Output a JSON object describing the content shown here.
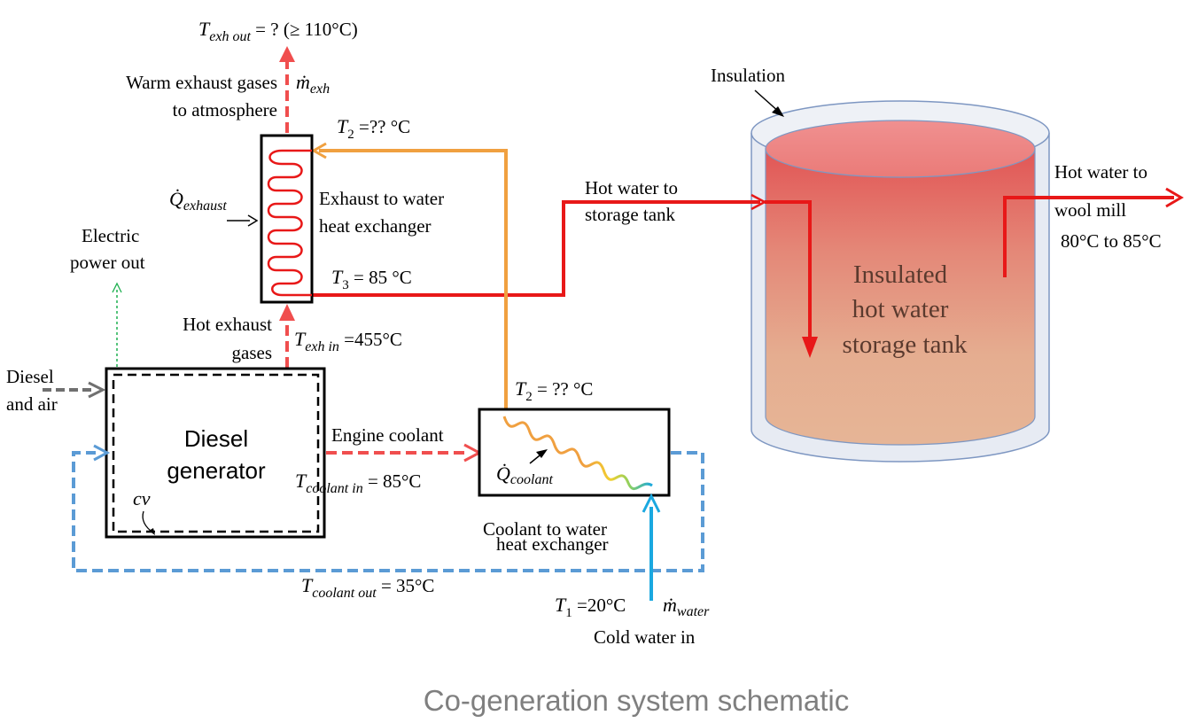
{
  "caption": "Co-generation system schematic",
  "components": {
    "generator_line1": "Diesel",
    "generator_line2": "generator",
    "cv_label": "cv",
    "exhaust_hx_line1": "Exhaust  to water",
    "exhaust_hx_line2": "heat exchanger",
    "coolant_hx_line1": "Coolant to water",
    "coolant_hx_line2": "heat exchanger",
    "tank_line1": "Insulated",
    "tank_line2": "hot water",
    "tank_line3": "storage tank",
    "insulation_label": "Insulation"
  },
  "streams": {
    "diesel_air_line1": "Diesel",
    "diesel_air_line2": "and air",
    "electric_line1": "Electric",
    "electric_line2": "power out",
    "hot_exhaust_line1": "Hot exhaust",
    "hot_exhaust_line2": "gases",
    "warm_exhaust_line1": "Warm exhaust  gases",
    "warm_exhaust_line2": "to atmosphere",
    "engine_coolant": "Engine  coolant",
    "hot_water_to_tank_line1": "Hot water to",
    "hot_water_to_tank_line2": "storage tank",
    "hot_water_to_mill_line1": "Hot water to",
    "hot_water_to_mill_line2": "wool mill",
    "mill_temp_range": "80°C to 85°C",
    "cold_water_in": "Cold water in"
  },
  "labels": {
    "t_exh_out": {
      "sym": "T",
      "sub": "exh out",
      "value": " = ?    (≥ 110°C)"
    },
    "m_exh": {
      "sym": "ṁ",
      "sub": "exh"
    },
    "q_exhaust": {
      "sym": "Q̇",
      "sub": "exhaust"
    },
    "t2_top": {
      "sym": "T",
      "sub": "2",
      "value": " =?? °C"
    },
    "t3": {
      "sym": "T",
      "sub": "3",
      "value": " = 85 °C"
    },
    "t_exh_in": {
      "sym": "T",
      "sub": "exh in",
      "value": " =455°C"
    },
    "t2_mid": {
      "sym": "T",
      "sub": "2",
      "value": " = ?? °C"
    },
    "q_coolant": {
      "sym": "Q̇",
      "sub": "coolant"
    },
    "t_coolant_in": {
      "sym": "T",
      "sub": "coolant in",
      "value": " = 85°C"
    },
    "t_coolant_out": {
      "sym": "T",
      "sub": "coolant out",
      "value": " = 35°C"
    },
    "t1": {
      "sym": "T",
      "sub": "1",
      "value": " =20°C"
    },
    "m_water": {
      "sym": "ṁ",
      "sub": "water"
    }
  },
  "colors": {
    "exhaust": "#f04e4e",
    "hot_water": "#e81818",
    "warm_loop": "#f0a040",
    "coolant_return": "#5b9bd5",
    "cold_water": "#1aa8e0",
    "diesel_in": "#707070",
    "electric": "#1eb050",
    "caption": "#7f7f7f"
  }
}
